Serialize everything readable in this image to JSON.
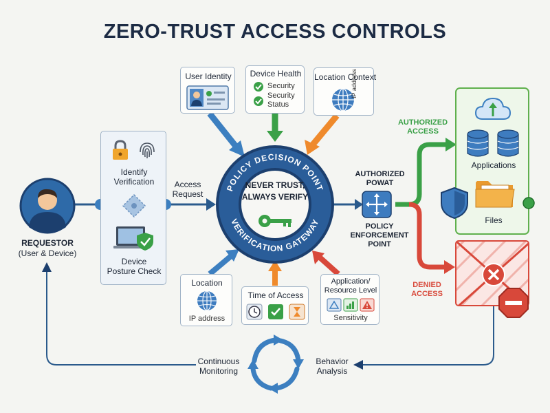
{
  "title": "ZERO-TRUST ACCESS CONTROLS",
  "requestor": {
    "label": "REQUESTOR",
    "sub": "(User & Device)"
  },
  "left_panel": {
    "identify": "Identify\nVerification",
    "device": "Device\nPosture Check"
  },
  "access_request": "Access\nRequest",
  "top_cards": {
    "user_identity": "User Identity",
    "device_health": {
      "title": "Device Health",
      "items": [
        "Security",
        "Security\nStatus"
      ]
    },
    "location_context": {
      "title": "Location Context",
      "vertical": "IP address"
    }
  },
  "ring": {
    "top_text": "POLICY DECISION POINT",
    "bottom_text": "VERIFICATION GATEWAY",
    "center": "NEVER TRUST,\nALWAYS VERIFY"
  },
  "bottom_cards": {
    "location": {
      "title": "Location",
      "sub": "IP address"
    },
    "time_of_access": "Time of Access",
    "application": {
      "title": "Application/\nResource Level",
      "sub": "Sensitivity"
    }
  },
  "pep": {
    "top": "AUTHORIZED\nPOWAT",
    "bottom": "POLICY\nENFORCEMENT\nPOINT"
  },
  "authorized_access": "AUTHORIZED\nACCESS",
  "denied_access": "DENIED\nACCESS",
  "resources": {
    "applications": "Applications",
    "files": "Files"
  },
  "monitoring": {
    "left": "Continuous\nMonitoring",
    "right": "Behavior\nAnalysis"
  },
  "colors": {
    "navy": "#1c3f6e",
    "green": "#3aa047",
    "red": "#d8483a",
    "orange": "#ef8a2c",
    "blue": "#3c7fc0"
  }
}
